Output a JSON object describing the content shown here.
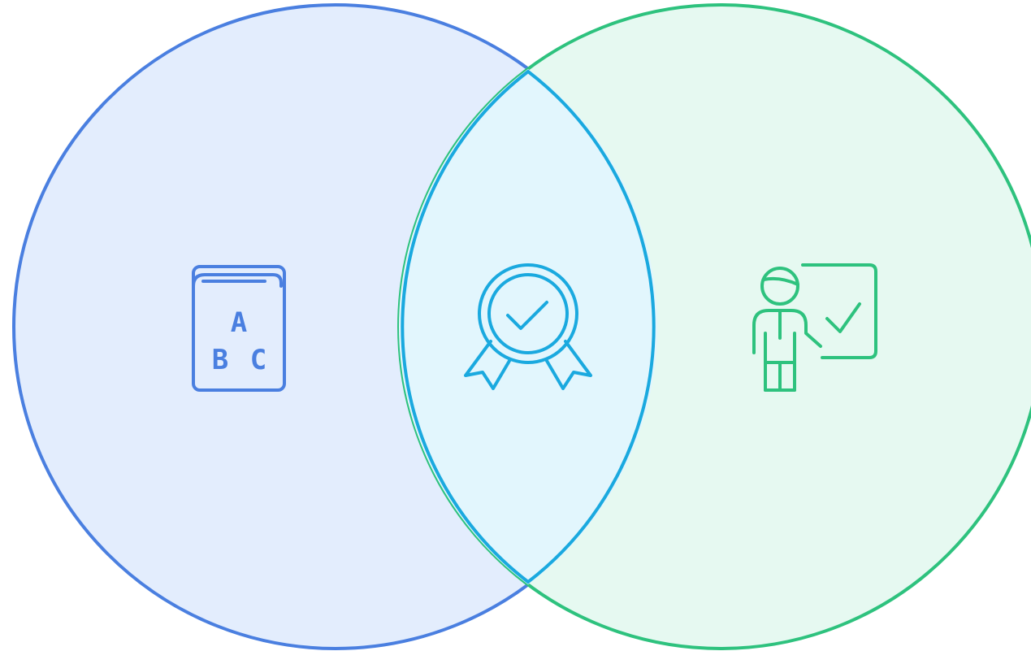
{
  "diagram": {
    "type": "venn",
    "sets": [
      {
        "icon": "abc-book-icon"
      },
      {
        "icon": "teacher-whiteboard-check-icon"
      }
    ],
    "intersection": {
      "icon": "award-badge-check-icon"
    },
    "colors": {
      "left_stroke": "#4a7fe0",
      "left_fill": "#e3edfd",
      "right_stroke": "#2ec27e",
      "right_fill": "#e6f9f1",
      "overlap_stroke": "#1aa9df",
      "overlap_fill": "#e2f6fd"
    },
    "book_letters": {
      "a": "A",
      "b": "B",
      "c": "C"
    }
  }
}
